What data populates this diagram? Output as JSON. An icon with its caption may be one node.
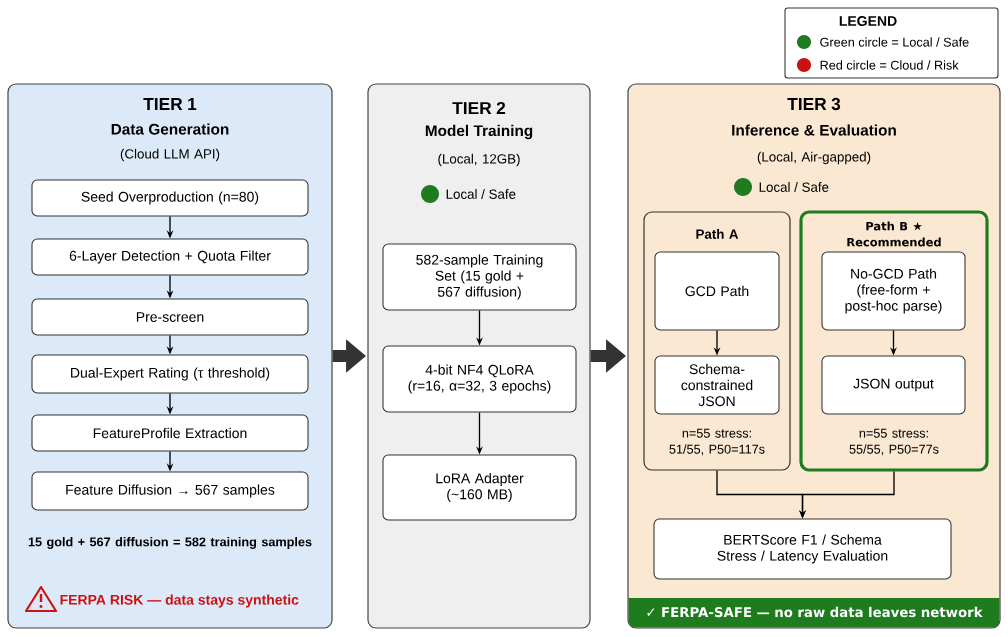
{
  "diagram": {
    "nodes": [
      {
        "text": [
          "TIER 1",
          "Data Generation",
          "(Cloud LLM API)",
          "15 gold + 567 diffusion = 582 training samples",
          "FERPA RISK — data stays synthetic"
        ]
      },
      {
        "text": [
          "Seed Overproduction (n=80)"
        ],
        "in": 0
      },
      {
        "text": [
          "6-Layer Detection + Quota Filter"
        ],
        "in": 0
      },
      {
        "text": [
          "Pre-screen"
        ],
        "in": 0
      },
      {
        "text": [
          "Dual-Expert Rating (τ threshold)"
        ],
        "in": 0
      },
      {
        "text": [
          "FeatureProfile Extraction"
        ],
        "in": 0
      },
      {
        "text": [
          "Feature Diffusion → 567 samples"
        ],
        "in": 0
      },
      {
        "text": [
          "TIER 2",
          "Model Training",
          "(Local, 12GB)",
          "Local / Safe"
        ]
      },
      {
        "text": [
          "582-sample Training Set (15 gold + 567 diffusion)"
        ],
        "in": 7
      },
      {
        "text": [
          "4-bit NF4 QLoRA (r=16, α=32, 3 epochs)"
        ],
        "in": 7
      },
      {
        "text": [
          "LoRA Adapter (~160 MB)"
        ],
        "in": 7
      },
      {
        "text": [
          "TIER 3",
          "Inference & Evaluation",
          "(Local, Air-gapped)",
          "Local / Safe",
          "✓ FERPA-SAFE — no raw data leaves network"
        ]
      },
      {
        "text": [
          "Path A",
          "n=55 stress: 51/55, P50=117s"
        ],
        "in": 11
      },
      {
        "text": [
          "GCD Path"
        ],
        "in": 12
      },
      {
        "text": [
          "Schema-constrained JSON"
        ],
        "in": 12
      },
      {
        "text": [
          "Path B ★ Recommended",
          "n=55 stress: 55/55, P50=77s"
        ],
        "in": 11
      },
      {
        "text": [
          "No-GCD Path (free-form + post-hoc parse)"
        ],
        "in": 15
      },
      {
        "text": [
          "JSON output"
        ],
        "in": 15
      },
      {
        "text": [
          "BERTScore F1 / Schema Stress / Latency Evaluation"
        ],
        "in": 11
      }
    ],
    "edges": [
      {
        "from": 1,
        "to": 2,
        "arrow": "to"
      },
      {
        "from": 2,
        "to": 3,
        "arrow": "to"
      },
      {
        "from": 3,
        "to": 4,
        "arrow": "to"
      },
      {
        "from": 4,
        "to": 5,
        "arrow": "to"
      },
      {
        "from": 5,
        "to": 6,
        "arrow": "to"
      },
      {
        "from": 0,
        "to": 7,
        "arrow": "to",
        "style": "thick",
        "color": "#333333"
      },
      {
        "from": 7,
        "to": 11,
        "arrow": "to",
        "style": "thick",
        "color": "#333333"
      },
      {
        "from": 8,
        "to": 9,
        "arrow": "to"
      },
      {
        "from": 9,
        "to": 10,
        "arrow": "to"
      },
      {
        "from": 13,
        "to": 14,
        "arrow": "to"
      },
      {
        "from": 16,
        "to": 17,
        "arrow": "to"
      },
      {
        "from": 12,
        "to": 18,
        "arrow": "to"
      },
      {
        "from": 15,
        "to": 18,
        "arrow": "to"
      }
    ],
    "labels": [
      "LEGEND"
    ],
    "legend": [
      {
        "text": "Green circle = Local / Safe",
        "color": "#1e7b1e"
      },
      {
        "text": "Red circle = Cloud / Risk",
        "color": "#cc1111"
      }
    ]
  }
}
